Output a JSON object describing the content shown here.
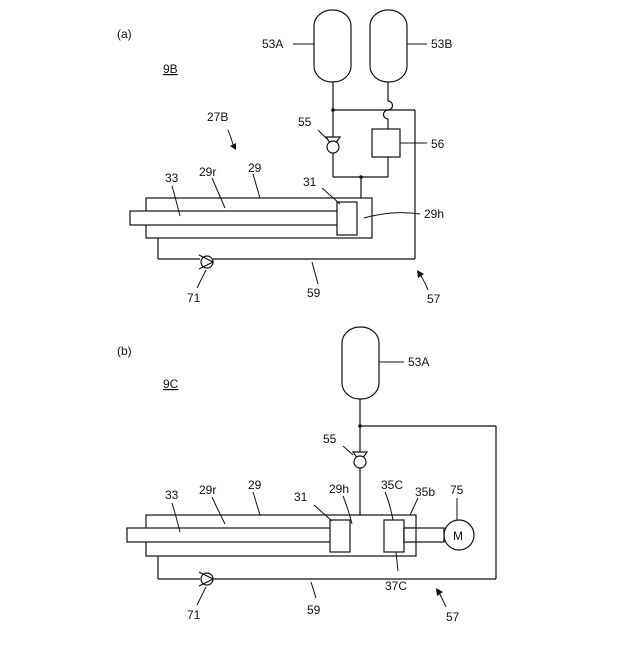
{
  "panel_a": {
    "panel_label": "(a)",
    "unit_label": "9B",
    "labels": {
      "tank_a": "53A",
      "tank_b": "53B",
      "valve": "55",
      "block": "56",
      "assembly": "27B",
      "cylinder": "29",
      "rod_chamber": "29r",
      "piston_rod": "33",
      "piston": "31",
      "head_chamber": "29h",
      "return_valve": "71",
      "line": "59",
      "circuit": "57"
    }
  },
  "panel_b": {
    "panel_label": "(b)",
    "unit_label": "9C",
    "labels": {
      "tank_a": "53A",
      "valve": "55",
      "piston_rod": "33",
      "rod_chamber": "29r",
      "cylinder": "29",
      "piston": "31",
      "head_chamber": "29h",
      "second_piston": "35C",
      "second_chamber": "35b",
      "motor_ref": "75",
      "motor_symbol": "M",
      "second_block": "37C",
      "return_valve": "71",
      "line": "59",
      "circuit": "57"
    }
  }
}
